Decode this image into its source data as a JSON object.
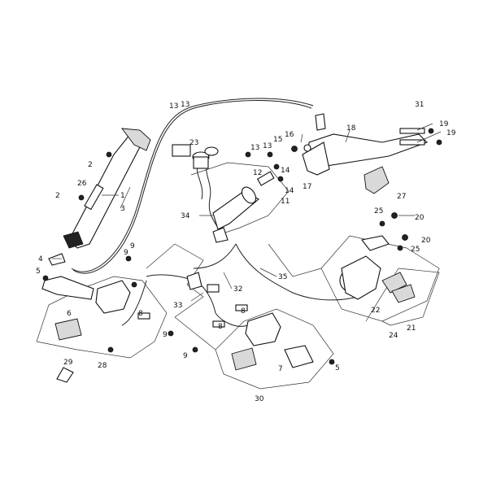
{
  "labels": {
    "l1": "1",
    "l2a": "2",
    "l2b": "2",
    "l3": "3",
    "l4": "4",
    "l5a": "5",
    "l5b": "5",
    "l6": "6",
    "l7": "7",
    "l8a": "8",
    "l8b": "8",
    "l8c": "8",
    "l9a": "9",
    "l9b": "9",
    "l9c": "9",
    "l9d": "9",
    "l11": "11",
    "l12": "12",
    "l13a": "13",
    "l13b": "13",
    "l13c": "13",
    "l13d": "13",
    "l14a": "14",
    "l14b": "14",
    "l15": "15",
    "l16": "16",
    "l17": "17",
    "l18": "18",
    "l19a": "19",
    "l19b": "19",
    "l20a": "20",
    "l20b": "20",
    "l21": "21",
    "l22": "22",
    "l23": "23",
    "l24": "24",
    "l25a": "25",
    "l25b": "25",
    "l26": "26",
    "l27": "27",
    "l28": "28",
    "l29": "29",
    "l30": "30",
    "l31": "31",
    "l32": "32",
    "l33": "33",
    "l34": "34",
    "l35": "35"
  }
}
